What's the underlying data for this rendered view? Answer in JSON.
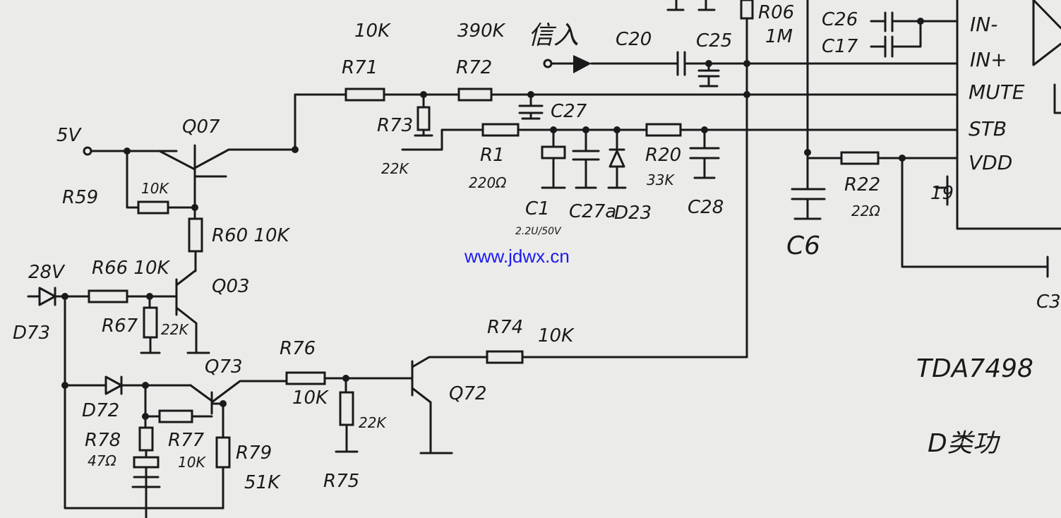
{
  "labels": {
    "v5": "5V",
    "q07": "Q07",
    "r59": "R59",
    "r59v": "10K",
    "r60": "R60 10K",
    "q03": "Q03",
    "v28": "28V",
    "r66": "R66 10K",
    "d73": "D73",
    "r67": "R67",
    "r67v": "22K",
    "q73": "Q73",
    "d72": "D72",
    "r78": "R78",
    "r78v": "47Ω",
    "r77": "R77",
    "r77v": "10K",
    "r79": "R79",
    "r79v": "51K",
    "r76": "R76",
    "r76v": "10K",
    "r75v": "22K",
    "r75": "R75",
    "q72": "Q72",
    "r74": "R74",
    "r74v": "10K",
    "r71v": "10K",
    "r71": "R71",
    "r72v": "390K",
    "r72": "R72",
    "r73": "R73",
    "r73v": "22K",
    "c27": "C27",
    "r1": "R1",
    "r1v": "220Ω",
    "c1": "C1",
    "c1v": "2.2U/50V",
    "c27a": "C27a",
    "d23": "D23",
    "r20": "R20",
    "r20v": "33K",
    "c28": "C28",
    "input": "信入",
    "c20": "C20",
    "c25": "C25",
    "r06": "R06",
    "r06v": "1M",
    "c26": "C26",
    "c17": "C17",
    "c6": "C6",
    "r22": "R22",
    "r22v": "22Ω",
    "pin19": "19",
    "c3": "C3",
    "ic": "TDA7498",
    "caption": "D类功"
  },
  "ic_pins": [
    "IN-",
    "IN+",
    "MUTE",
    "STB",
    "VDD"
  ],
  "watermark": "www.jdwx.cn"
}
